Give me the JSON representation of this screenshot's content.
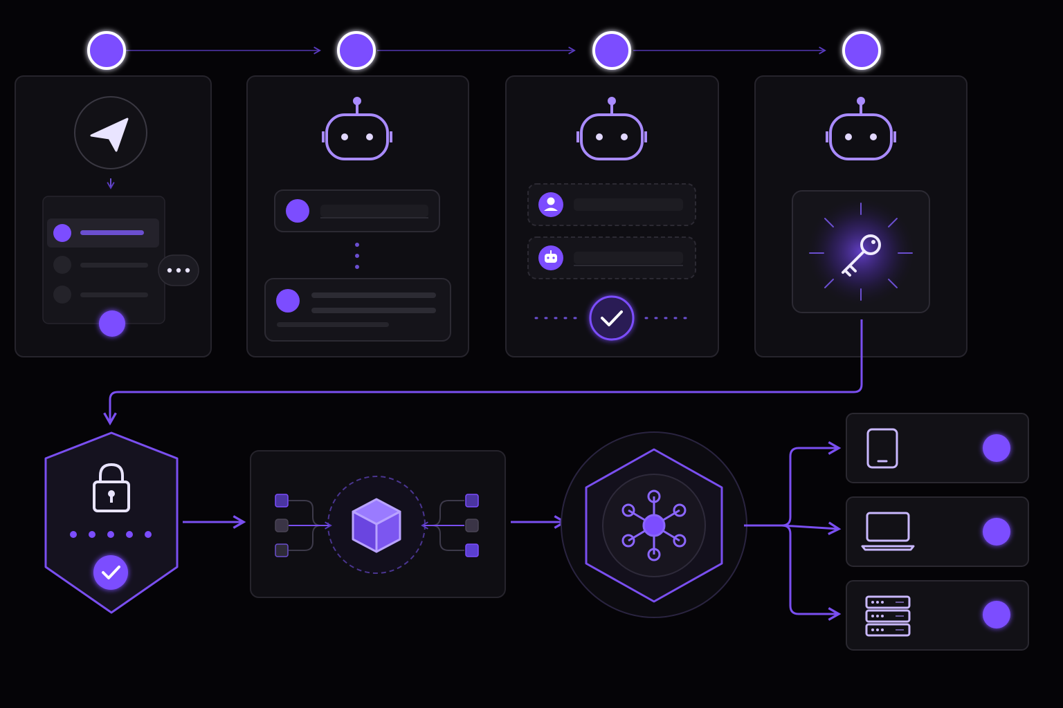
{
  "colors": {
    "background": "#050407",
    "accent": "#7c4dff",
    "accent_light": "#9f7bff",
    "node_ring": "#ffffff",
    "panel_fill": "#121116",
    "panel_stroke": "#2a2830",
    "line": "#7a4ff0",
    "bar": "#2c2b33"
  },
  "stages": [
    {
      "id": "message-source",
      "icon": "send-icon"
    },
    {
      "id": "agent-step-1",
      "icon": "robot-icon"
    },
    {
      "id": "agent-step-2",
      "icon": "robot-icon"
    },
    {
      "id": "agent-step-3",
      "icon": "robot-icon"
    }
  ],
  "pipeline": [
    {
      "id": "secure-gate",
      "icons": [
        "lock-icon",
        "check-icon"
      ]
    },
    {
      "id": "processing-block",
      "icon": "cube-icon"
    },
    {
      "id": "distribution-hub",
      "icon": "network-hub-icon"
    }
  ],
  "outputs": [
    {
      "id": "output-mobile",
      "icon": "smartphone-icon"
    },
    {
      "id": "output-laptop",
      "icon": "laptop-icon"
    },
    {
      "id": "output-server",
      "icon": "server-icon"
    }
  ]
}
